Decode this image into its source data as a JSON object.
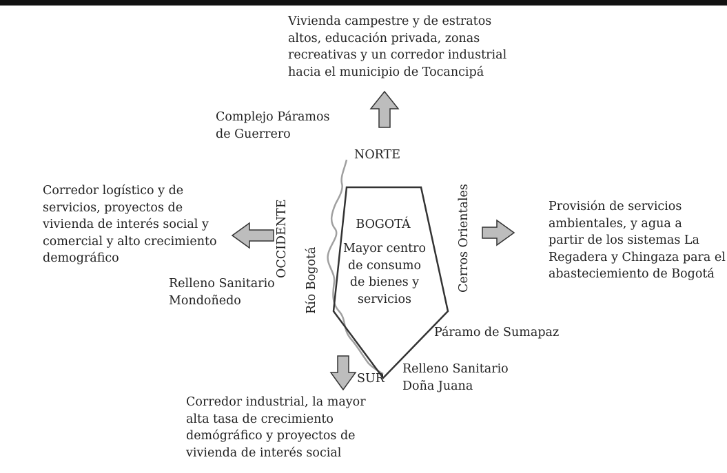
{
  "center": {
    "title": "BOGOTÁ",
    "description": "Mayor centro\nde consumo\nde bienes y\nservicios"
  },
  "directions": {
    "north": "NORTE",
    "west": "OCCIDENTE",
    "south": "SUR"
  },
  "borders": {
    "river": "Río Bogotá",
    "eastern_hills": "Cerros Orientales"
  },
  "places": {
    "paramos_guerrero": "Complejo Páramos\nde Guerrero",
    "relleno_mondonedo": "Relleno Sanitario\nMondoñedo",
    "paramo_sumapaz": "Páramo de Sumapaz",
    "relleno_dona_juana": "Relleno Sanitario\nDoña Juana"
  },
  "descriptions": {
    "north": "Vivienda campestre y de estratos\naltos, educación privada, zonas\nrecreativas y un corredor industrial\nhacia el municipio de Tocancipá",
    "west": "Corredor logístico y de\nservicios, proyectos de\nvivienda de interés social y\ncomercial y alto crecimiento\ndemográfico",
    "east": "Provisión de servicios\nambientales, y agua a\npartir de los sistemas La\nRegadera y Chingaza para el\nabasteciemiento de Bogotá",
    "south": "Corredor industrial, la mayor\nalta tasa de crecimiento\ndemógráfico y proyectos de\nvivienda de interés social"
  },
  "colors": {
    "arrow_fill": "#bdbdbd",
    "outline": "#333333",
    "river": "#a0a0a0",
    "text": "#222222"
  }
}
